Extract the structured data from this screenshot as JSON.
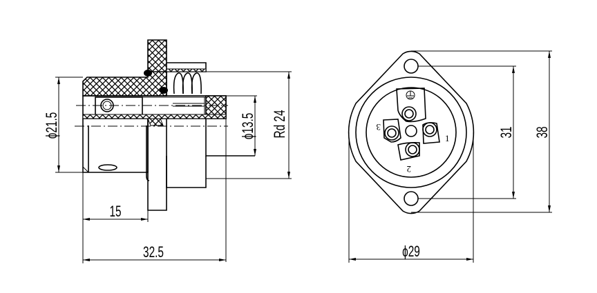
{
  "side_view": {
    "dim_diameter_body": "ϕ21.5",
    "dim_diameter_front": "ϕ13.5",
    "dim_thread": "Rd 24",
    "dim_length_front": "15",
    "dim_length_total": "32.5"
  },
  "front_view": {
    "dim_hole_spacing": "31",
    "dim_flange_height": "38",
    "dim_diameter": "ϕ29",
    "pin_labels": [
      "1",
      "2",
      "3"
    ],
    "ground_symbol": "ground-icon"
  }
}
